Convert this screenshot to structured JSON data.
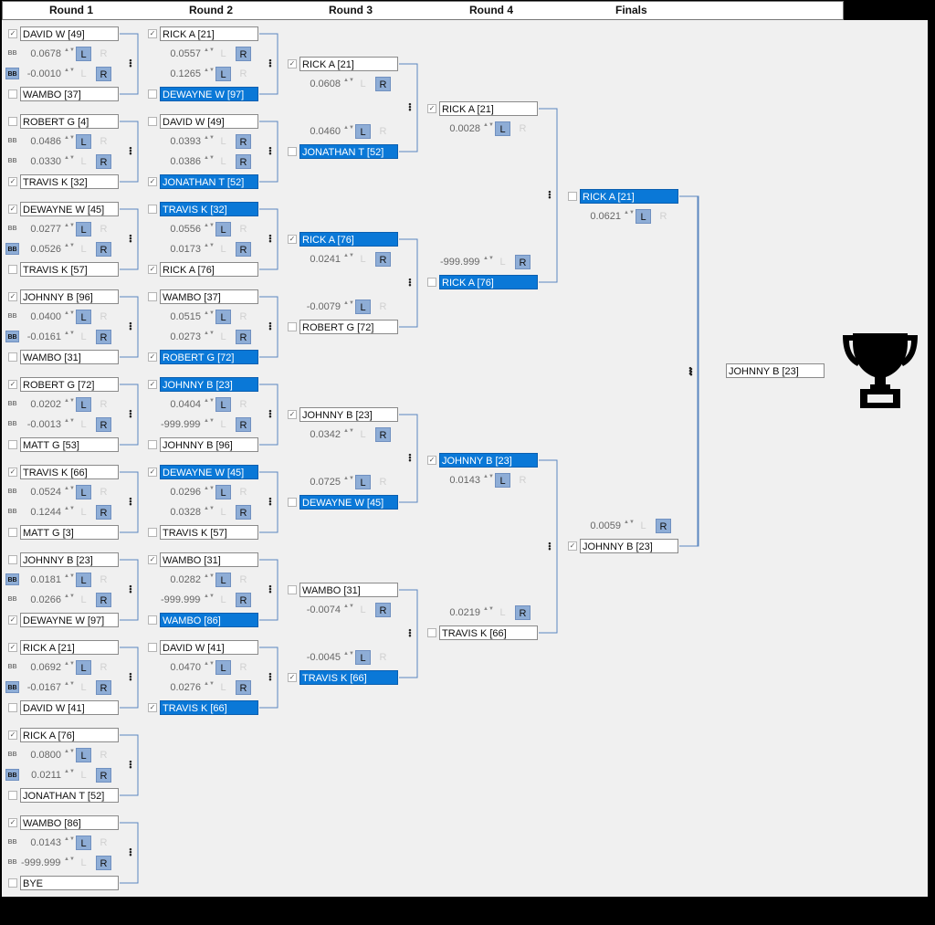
{
  "header": {
    "rounds": [
      "Round 1",
      "Round 2",
      "Round 3",
      "Round 4",
      "Finals"
    ]
  },
  "colors": {
    "accent": "#0a78d7",
    "button": "#8eadd6",
    "line": "#5a86c0"
  },
  "icons": {
    "trophy": "trophy-icon",
    "spinner": "spinner-icon",
    "menu": "more-vertical-icon",
    "toggle": "bb-toggle-icon"
  },
  "champion": "JOHNNY B [23]",
  "round1": [
    {
      "top": "DAVID W [49]",
      "bot": "WAMBO [37]",
      "v1": "0.0678",
      "v2": "-0.0010",
      "topChecked": true,
      "botChecked": false,
      "bb1": false,
      "bb2": true,
      "r1": [
        "on",
        "off"
      ],
      "r2": [
        "off",
        "on"
      ]
    },
    {
      "top": "ROBERT G [4]",
      "bot": "TRAVIS K [32]",
      "v1": "0.0486",
      "v2": "0.0330",
      "topChecked": false,
      "botChecked": true,
      "bb1": false,
      "bb2": false,
      "r1": [
        "on",
        "off"
      ],
      "r2": [
        "off",
        "on"
      ]
    },
    {
      "top": "DEWAYNE W [45]",
      "bot": "TRAVIS K [57]",
      "v1": "0.0277",
      "v2": "0.0526",
      "topChecked": true,
      "botChecked": false,
      "bb1": false,
      "bb2": true,
      "r1": [
        "on",
        "off"
      ],
      "r2": [
        "off",
        "on"
      ]
    },
    {
      "top": "JOHNNY B [96]",
      "bot": "WAMBO [31]",
      "v1": "0.0400",
      "v2": "-0.0161",
      "topChecked": true,
      "botChecked": false,
      "bb1": false,
      "bb2": true,
      "r1": [
        "on",
        "off"
      ],
      "r2": [
        "off",
        "on"
      ]
    },
    {
      "top": "ROBERT G [72]",
      "bot": "MATT G [53]",
      "v1": "0.0202",
      "v2": "-0.0013",
      "topChecked": true,
      "botChecked": false,
      "bb1": false,
      "bb2": false,
      "r1": [
        "on",
        "off"
      ],
      "r2": [
        "off",
        "on"
      ]
    },
    {
      "top": "TRAVIS K [66]",
      "bot": "MATT G [3]",
      "v1": "0.0524",
      "v2": "0.1244",
      "topChecked": true,
      "botChecked": false,
      "bb1": false,
      "bb2": false,
      "r1": [
        "on",
        "off"
      ],
      "r2": [
        "off",
        "on"
      ]
    },
    {
      "top": "JOHNNY B [23]",
      "bot": "DEWAYNE W [97]",
      "v1": "0.0181",
      "v2": "0.0266",
      "topChecked": false,
      "botChecked": true,
      "bb1": true,
      "bb2": false,
      "r1": [
        "on",
        "off"
      ],
      "r2": [
        "off",
        "on"
      ]
    },
    {
      "top": "RICK A [21]",
      "bot": "DAVID W [41]",
      "v1": "0.0692",
      "v2": "-0.0167",
      "topChecked": true,
      "botChecked": false,
      "bb1": false,
      "bb2": true,
      "r1": [
        "on",
        "off"
      ],
      "r2": [
        "off",
        "on"
      ]
    },
    {
      "top": "RICK A [76]",
      "bot": "JONATHAN T [52]",
      "v1": "0.0800",
      "v2": "0.0211",
      "topChecked": true,
      "botChecked": false,
      "bb1": false,
      "bb2": true,
      "r1": [
        "on",
        "off"
      ],
      "r2": [
        "off",
        "on"
      ]
    },
    {
      "top": "WAMBO [86]",
      "bot": "BYE",
      "v1": "0.0143",
      "v2": "-999.9990",
      "topChecked": true,
      "botChecked": false,
      "bb1": false,
      "bb2": false,
      "r1": [
        "on",
        "off"
      ],
      "r2": [
        "off",
        "on"
      ]
    }
  ],
  "round2": [
    {
      "top": "RICK A [21]",
      "bot": "DEWAYNE W [97]",
      "v1": "0.0557",
      "v2": "0.1265",
      "topChecked": true,
      "botChecked": false,
      "topSel": false,
      "botSel": true,
      "r1": [
        "off",
        "on"
      ],
      "r2": [
        "on",
        "off"
      ]
    },
    {
      "top": "DAVID W [49]",
      "bot": "JONATHAN T [52]",
      "v1": "0.0393",
      "v2": "0.0386",
      "topChecked": false,
      "botChecked": true,
      "topSel": false,
      "botSel": true,
      "r1": [
        "off",
        "on"
      ],
      "r2": [
        "off",
        "on"
      ]
    },
    {
      "top": "TRAVIS K [32]",
      "bot": "RICK A [76]",
      "v1": "0.0556",
      "v2": "0.0173",
      "topChecked": false,
      "botChecked": true,
      "topSel": true,
      "botSel": false,
      "r1": [
        "on",
        "off"
      ],
      "r2": [
        "off",
        "on"
      ]
    },
    {
      "top": "WAMBO [37]",
      "bot": "ROBERT G [72]",
      "v1": "0.0515",
      "v2": "0.0273",
      "topChecked": false,
      "botChecked": true,
      "topSel": false,
      "botSel": true,
      "r1": [
        "on",
        "off"
      ],
      "r2": [
        "off",
        "on"
      ]
    },
    {
      "top": "JOHNNY B [23]",
      "bot": "JOHNNY B [96]",
      "v1": "0.0404",
      "v2": "-999.9990",
      "topChecked": true,
      "botChecked": false,
      "topSel": true,
      "botSel": false,
      "r1": [
        "on",
        "off"
      ],
      "r2": [
        "off",
        "on"
      ]
    },
    {
      "top": "DEWAYNE W [45]",
      "bot": "TRAVIS K [57]",
      "v1": "0.0296",
      "v2": "0.0328",
      "topChecked": true,
      "botChecked": false,
      "topSel": true,
      "botSel": false,
      "r1": [
        "on",
        "off"
      ],
      "r2": [
        "off",
        "on"
      ]
    },
    {
      "top": "WAMBO [31]",
      "bot": "WAMBO [86]",
      "v1": "0.0282",
      "v2": "-999.9990",
      "topChecked": true,
      "botChecked": false,
      "topSel": false,
      "botSel": true,
      "r1": [
        "on",
        "off"
      ],
      "r2": [
        "off",
        "on"
      ]
    },
    {
      "top": "DAVID W [41]",
      "bot": "TRAVIS K [66]",
      "v1": "0.0470",
      "v2": "0.0276",
      "topChecked": false,
      "botChecked": true,
      "topSel": false,
      "botSel": true,
      "r1": [
        "on",
        "off"
      ],
      "r2": [
        "off",
        "on"
      ]
    }
  ],
  "round3": [
    {
      "top": "RICK A [21]",
      "bot": "JONATHAN T [52]",
      "v1": "0.0608",
      "v2": "0.0460",
      "topChecked": true,
      "botChecked": false,
      "topSel": false,
      "botSel": true,
      "r1": [
        "off",
        "on"
      ],
      "r2": [
        "on",
        "off"
      ]
    },
    {
      "top": "RICK A [76]",
      "bot": "ROBERT G [72]",
      "v1": "0.0241",
      "v2": "-0.0079",
      "topChecked": true,
      "botChecked": false,
      "topSel": true,
      "botSel": false,
      "r1": [
        "off",
        "on"
      ],
      "r2": [
        "on",
        "off"
      ]
    },
    {
      "top": "JOHNNY B [23]",
      "bot": "DEWAYNE W [45]",
      "v1": "0.0342",
      "v2": "0.0725",
      "topChecked": true,
      "botChecked": false,
      "topSel": false,
      "botSel": true,
      "r1": [
        "off",
        "on"
      ],
      "r2": [
        "on",
        "off"
      ]
    },
    {
      "top": "WAMBO [31]",
      "bot": "TRAVIS K [66]",
      "v1": "-0.0074",
      "v2": "-0.0045",
      "topChecked": false,
      "botChecked": true,
      "topSel": false,
      "botSel": true,
      "r1": [
        "off",
        "on"
      ],
      "r2": [
        "on",
        "off"
      ]
    }
  ],
  "round4": [
    {
      "top": "RICK A [21]",
      "bot": "RICK A [76]",
      "v1": "0.0028",
      "v2": "-999.9990",
      "topChecked": true,
      "botChecked": false,
      "topSel": false,
      "botSel": true,
      "r1": [
        "on",
        "off"
      ],
      "r2": [
        "off",
        "on"
      ]
    },
    {
      "top": "JOHNNY B [23]",
      "bot": "TRAVIS K [66]",
      "v1": "0.0143",
      "v2": "0.0219",
      "topChecked": true,
      "botChecked": false,
      "topSel": true,
      "botSel": false,
      "r1": [
        "on",
        "off"
      ],
      "r2": [
        "off",
        "on"
      ]
    }
  ],
  "finals": [
    {
      "top": "RICK A [21]",
      "bot": "JOHNNY B [23]",
      "v1": "0.0621",
      "v2": "0.0059",
      "topChecked": false,
      "botChecked": true,
      "topSel": true,
      "botSel": false,
      "r1": [
        "on",
        "off"
      ],
      "r2": [
        "off",
        "on"
      ]
    }
  ]
}
